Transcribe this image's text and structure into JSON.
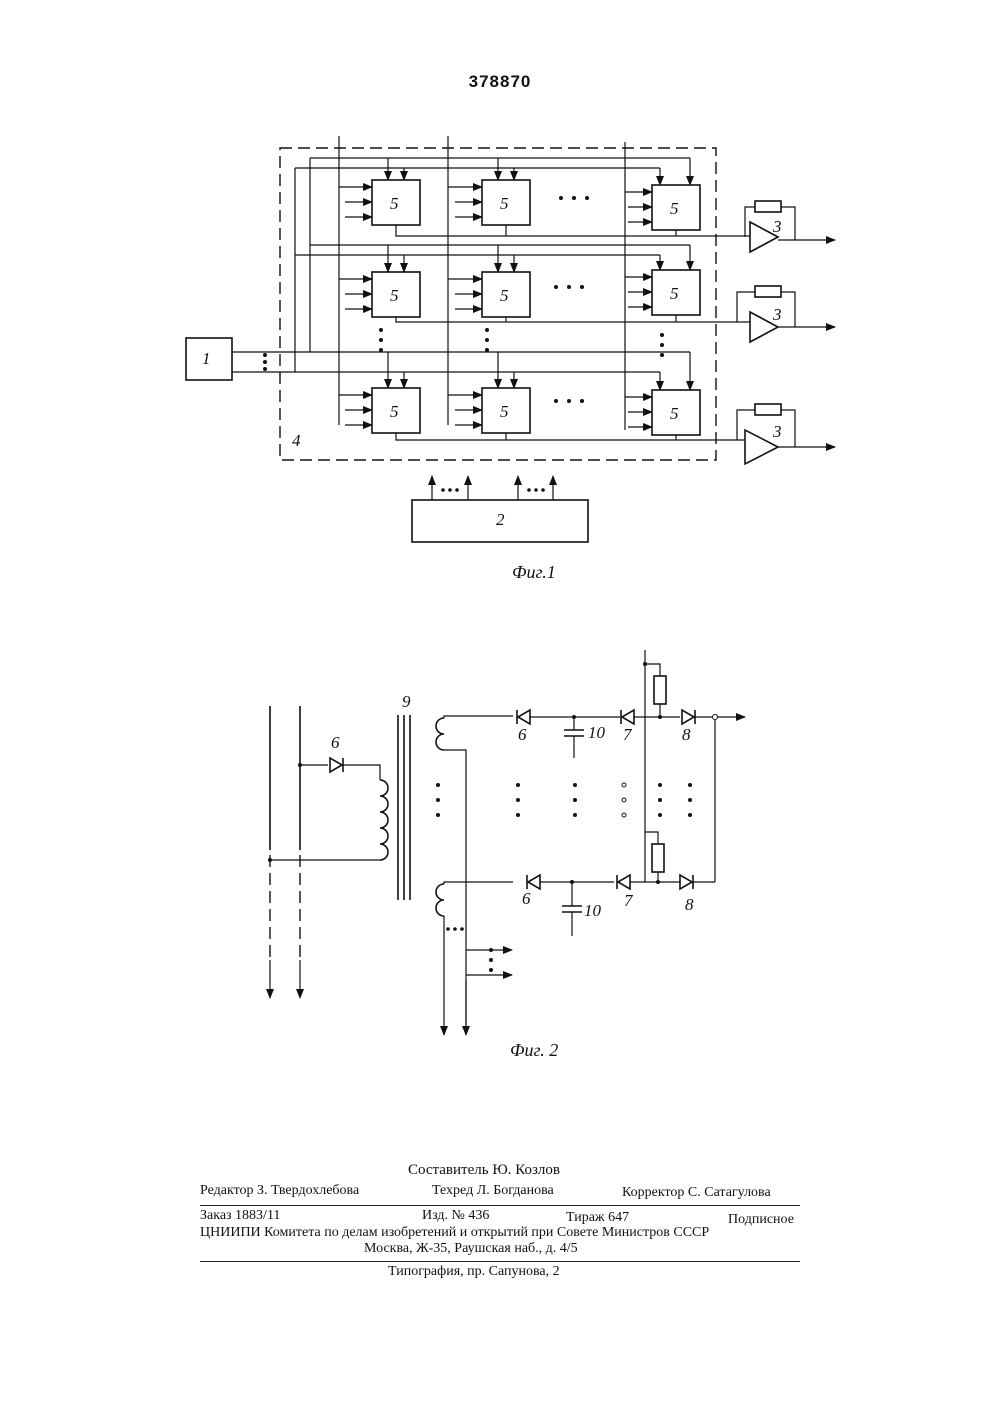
{
  "patent_number": "378870",
  "figure1": {
    "caption": "Фиг.1",
    "block_source": "1",
    "block_register": "2",
    "amplifier_label": "3",
    "field_label": "4",
    "cell_label": "5"
  },
  "figure2": {
    "caption": "Фиг. 2",
    "diode_input_label": "6",
    "diode_6": "6",
    "diode_7": "7",
    "diode_8": "8",
    "core_label": "9",
    "capacitor_label": "10"
  },
  "colophon": {
    "compiler": "Составитель Ю. Козлов",
    "editor": "Редактор З. Твердохлебова",
    "techred": "Техред Л. Богданова",
    "corrector": "Корректор С. Сатагулова",
    "order": "Заказ 1883/11",
    "edition": "Изд. № 436",
    "circulation": "Тираж 647",
    "subscription": "Подписное",
    "org": "ЦНИИПИ Комитета по делам изобретений и открытий при Совете Министров СССР",
    "address": "Москва, Ж-35, Раушская наб., д. 4/5",
    "printer": "Типография, пр. Сапунова, 2"
  }
}
